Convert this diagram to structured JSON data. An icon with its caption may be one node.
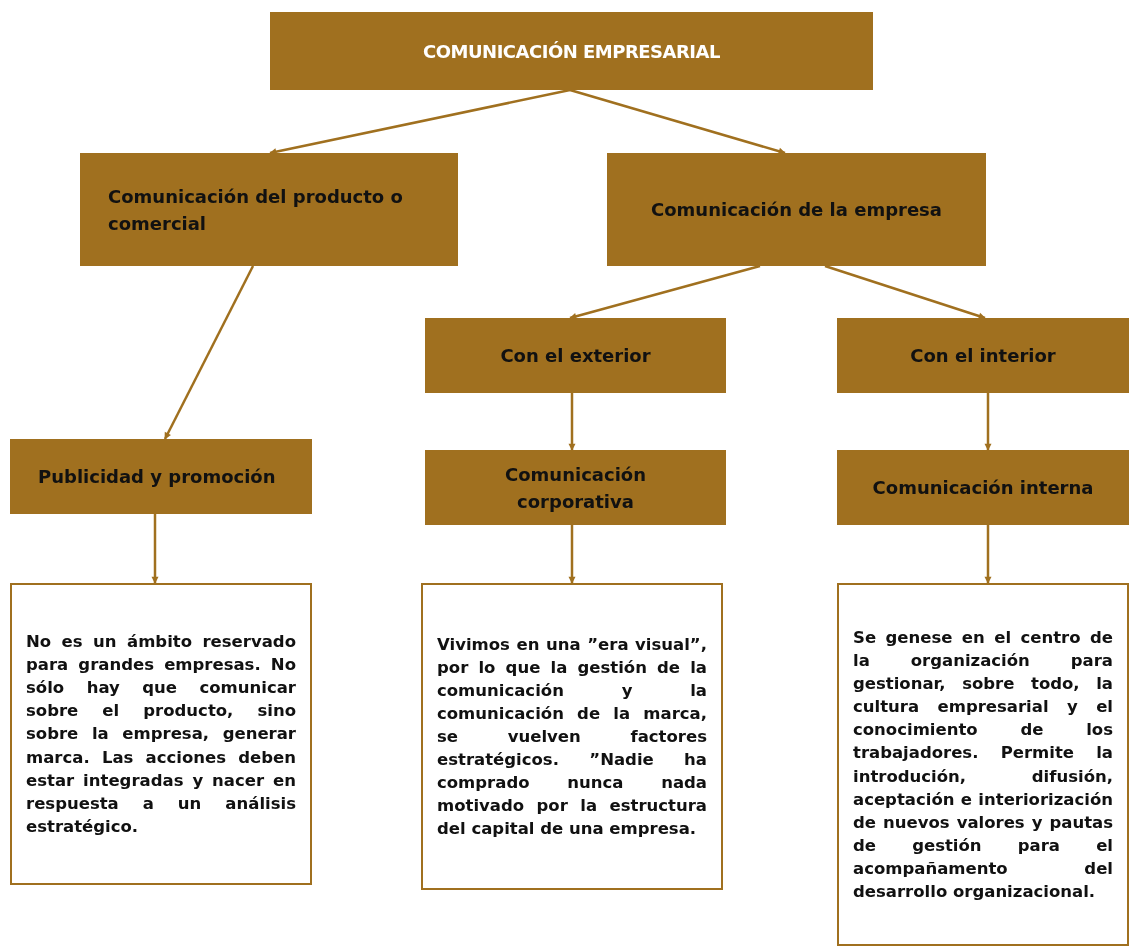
{
  "diagram": {
    "nodes": [
      {
        "text": [
          "COMUNICACIÓN EMPRESARIAL"
        ]
      },
      {
        "text": [
          "Comunicación del producto o comercial"
        ]
      },
      {
        "text": [
          "Comunicación de la empresa"
        ]
      },
      {
        "text": [
          "Con el exterior"
        ]
      },
      {
        "text": [
          "Con el interior"
        ]
      },
      {
        "text": [
          "Publicidad y promoción"
        ]
      },
      {
        "text": [
          "Comunicación corporativa"
        ]
      },
      {
        "text": [
          "Comunicación interna"
        ]
      },
      {
        "text": [
          "No es un ámbito reservado para grandes empresas. No sólo hay que comunicar sobre el producto, sino sobre la empresa, generar marca. Las acciones deben estar integradas y nacer en respuesta a un análisis estratégico."
        ]
      },
      {
        "text": [
          "Vivimos en una ”era visual”, por lo que la gestión de la comunicación y la comunicación de la marca, se vuelven factores estratégicos. ”Nadie ha comprado nunca nada motivado por la estructura del capital de una empresa."
        ]
      },
      {
        "text": [
          "Se genese en el centro de la organización para gestionar, sobre todo, la cultura empresarial y el conocimiento de los trabajadores. Permite la introdución, difusión, aceptación e interiorización de nuevos valores y pautas de gestión para el acompañamento del desarrollo organizacional."
        ]
      }
    ],
    "edges": [
      {
        "from": 0,
        "to": 1,
        "arrow": "to"
      },
      {
        "from": 0,
        "to": 2,
        "arrow": "to"
      },
      {
        "from": 1,
        "to": 5,
        "arrow": "to"
      },
      {
        "from": 2,
        "to": 3,
        "arrow": "to"
      },
      {
        "from": 2,
        "to": 4,
        "arrow": "to"
      },
      {
        "from": 3,
        "to": 6,
        "arrow": "to"
      },
      {
        "from": 4,
        "to": 7,
        "arrow": "to"
      },
      {
        "from": 5,
        "to": 8,
        "arrow": "to"
      },
      {
        "from": 6,
        "to": 9,
        "arrow": "to"
      },
      {
        "from": 7,
        "to": 10,
        "arrow": "to"
      }
    ]
  }
}
